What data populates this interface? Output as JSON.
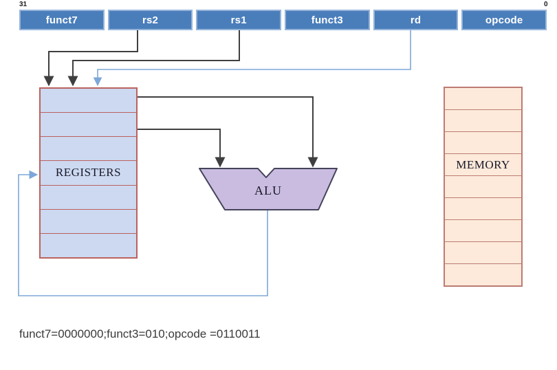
{
  "bit_index": {
    "msb": "31",
    "lsb": "0"
  },
  "instruction_fields": [
    {
      "label": "funct7"
    },
    {
      "label": "rs2"
    },
    {
      "label": "rs1"
    },
    {
      "label": "funct3"
    },
    {
      "label": "rd"
    },
    {
      "label": "opcode"
    }
  ],
  "registers": {
    "label": "REGISTERS",
    "rows": 7
  },
  "alu": {
    "label": "ALU"
  },
  "memory": {
    "label": "MEMORY",
    "rows": 9
  },
  "caption": "funct7=0000000;funct3=010;opcode =0110011",
  "colors": {
    "field_fill": "#4a7ebb",
    "field_border": "#95b3d9",
    "registers_fill": "#ccd9f0",
    "registers_border": "#bb625d",
    "memory_fill": "#fdeada",
    "memory_border": "#bd7b72",
    "alu_fill": "#cabce0",
    "alu_border": "#44435a",
    "wire_dark": "#3f3f3f",
    "wire_blue": "#7da7d9"
  }
}
